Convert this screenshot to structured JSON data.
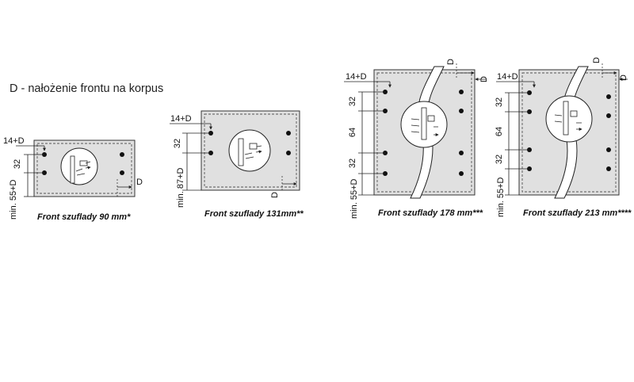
{
  "legend": "D - nałożenie frontu na korpus",
  "labels": {
    "d": "D",
    "v14d": "14+D",
    "v32": "32",
    "v64": "64",
    "min55": "min. 55+D",
    "min87": "min. 87+D"
  },
  "captions": {
    "f90": "Front szuflady 90 mm*",
    "f131": "Front szuflady 131mm**",
    "f178": "Front szuflady 178 mm***",
    "f213": "Front szuflady 213 mm****"
  }
}
